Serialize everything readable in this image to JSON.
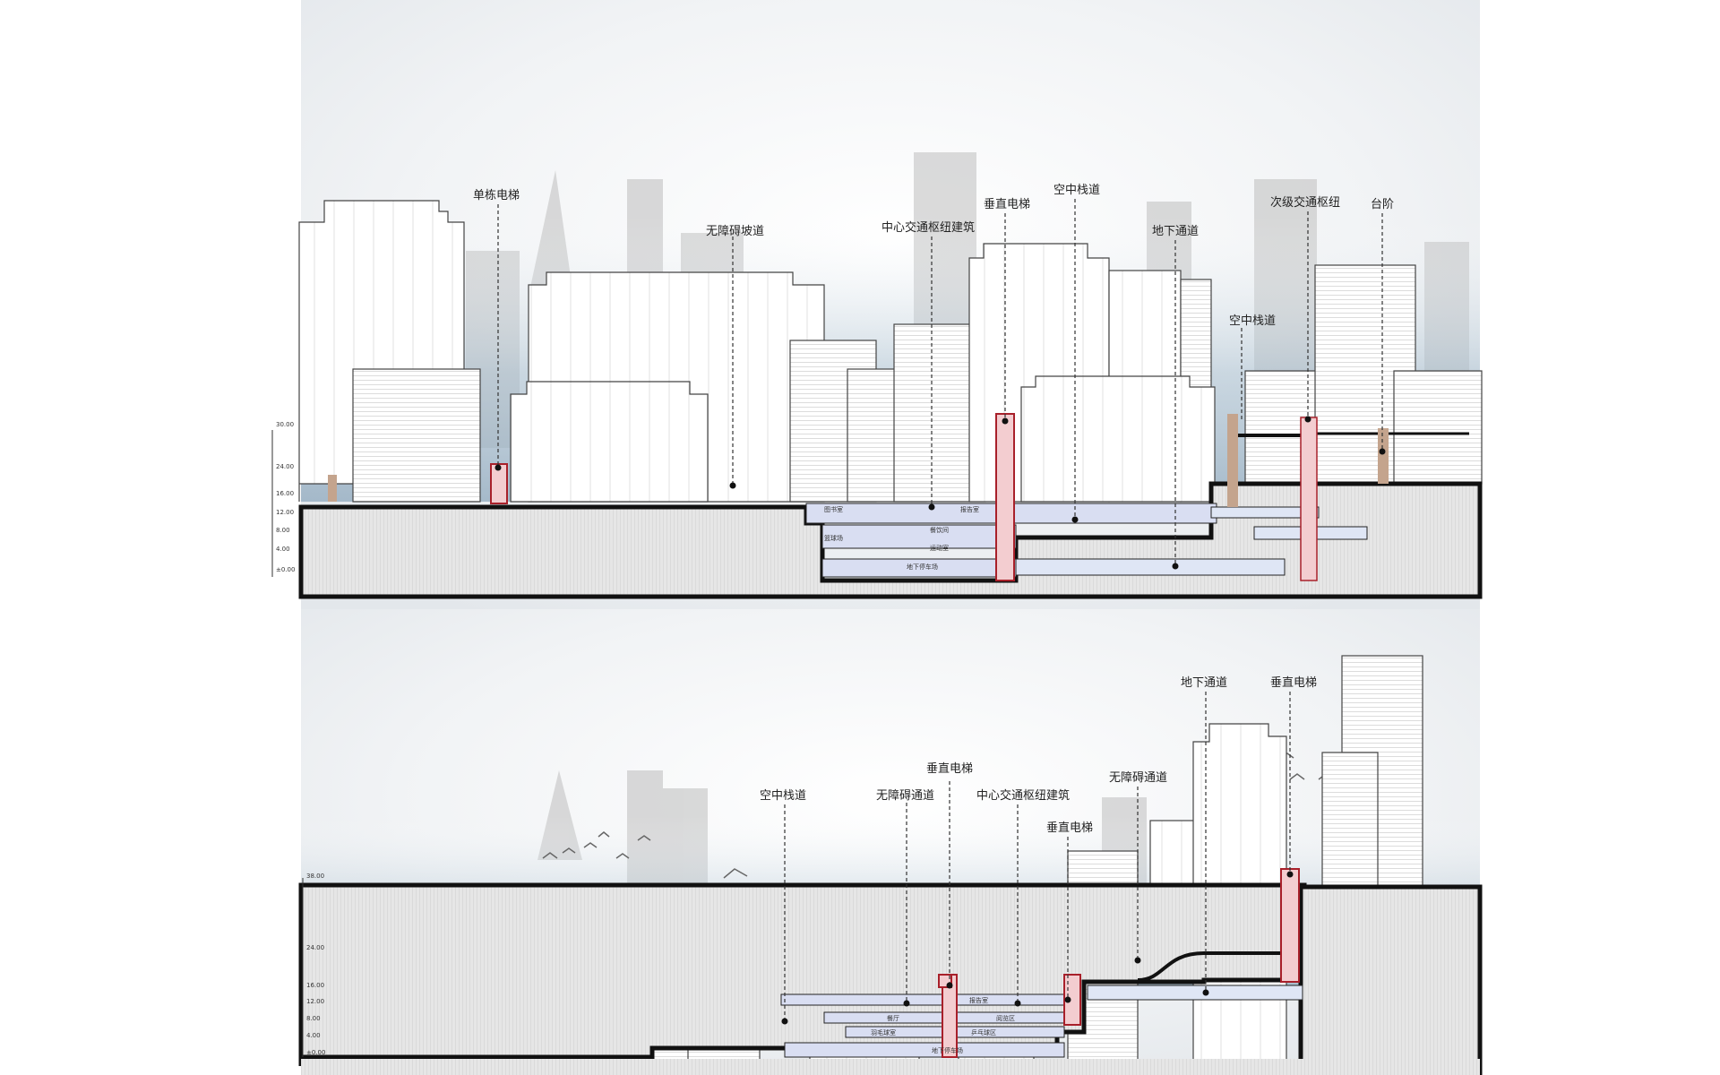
{
  "colors": {
    "ground_fill": "#e9e9e9",
    "ground_stroke": "#111111",
    "elevator_fill": "#f3cdd0",
    "elevator_stroke": "#a8202a",
    "room_fill": "#d9def2",
    "stair_fill": "#c4a48d",
    "sky_blue": "#9fb6c8",
    "skyline_gray": "#b9b9b9"
  },
  "sections": [
    {
      "levels": [
        "30.00",
        "24.00",
        "16.00",
        "12.00",
        "8.00",
        "4.00",
        "±0.00"
      ],
      "callouts": [
        "单栋电梯",
        "无障碍坡道",
        "中心交通枢纽建筑",
        "垂直电梯",
        "空中栈道",
        "地下通道",
        "次级交通枢纽",
        "台阶",
        "空中栈道"
      ],
      "rooms": [
        "图书室",
        "报告室",
        "餐饮间",
        "篮球场",
        "运动室",
        "地下停车场"
      ]
    },
    {
      "levels": [
        "38.00",
        "24.00",
        "16.00",
        "12.00",
        "8.00",
        "4.00",
        "±0.00"
      ],
      "callouts": [
        "空中栈道",
        "无障碍通道",
        "垂直电梯",
        "中心交通枢纽建筑",
        "垂直电梯",
        "无障碍通道",
        "地下通道",
        "垂直电梯"
      ],
      "rooms": [
        "报告室",
        "餐厅",
        "阅览区",
        "羽毛球室",
        "乒乓球区",
        "地下停车场"
      ]
    }
  ]
}
